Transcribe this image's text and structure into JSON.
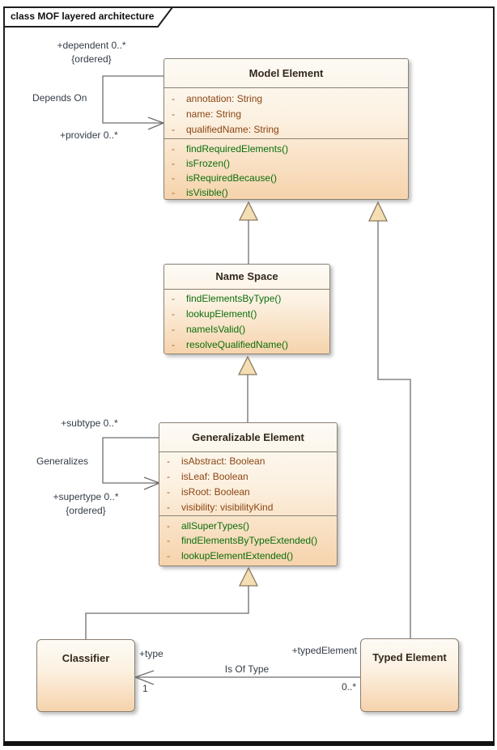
{
  "frame": {
    "title": "class MOF layered architecture"
  },
  "ui": {
    "visibility_marker": "-"
  },
  "colors": {
    "box_fill_top": "#fdfaf5",
    "box_fill_bottom": "#f6d3ac",
    "box_border": "#8a8074",
    "attribute_text": "#8b4513",
    "operation_text": "#0b6e0b",
    "header_text": "#33291c",
    "connector_line": "#6e6e6e",
    "triangle_fill": "#f5deb3",
    "label_text": "#333c47",
    "frame_border": "#1f1f1f"
  },
  "classes": {
    "model_element": {
      "name": "Model Element",
      "attributes": [
        "annotation: String",
        "name: String",
        "qualifiedName: String"
      ],
      "operations": [
        "findRequiredElements()",
        "isFrozen()",
        "isRequiredBecause()",
        "isVisible()"
      ]
    },
    "name_space": {
      "name": "Name Space",
      "operations": [
        "findElementsByType()",
        "lookupElement()",
        "nameIsValid()",
        "resolveQualifiedName()"
      ]
    },
    "generalizable_element": {
      "name": "Generalizable Element",
      "attributes": [
        "isAbstract: Boolean",
        "isLeaf: Boolean",
        "isRoot: Boolean",
        "visibility: visibilityKind"
      ],
      "operations": [
        "allSuperTypes()",
        "findElementsByTypeExtended()",
        "lookupElementExtended()"
      ]
    },
    "classifier": {
      "name": "Classifier"
    },
    "typed_element": {
      "name": "Typed Element"
    }
  },
  "associations": {
    "depends_on": {
      "name": "Depends On",
      "dependent_label": "+dependent 0..*",
      "dependent_constraint": "{ordered}",
      "provider_label": "+provider 0..*"
    },
    "generalizes": {
      "name": "Generalizes",
      "subtype_label": "+subtype 0..*",
      "supertype_label": "+supertype 0..*",
      "supertype_constraint": "{ordered}"
    },
    "is_of_type": {
      "name": "Is Of Type",
      "type_label": "+type",
      "type_multiplicity": "1",
      "typed_element_label": "+typedElement",
      "typed_element_multiplicity": "0..*"
    }
  }
}
